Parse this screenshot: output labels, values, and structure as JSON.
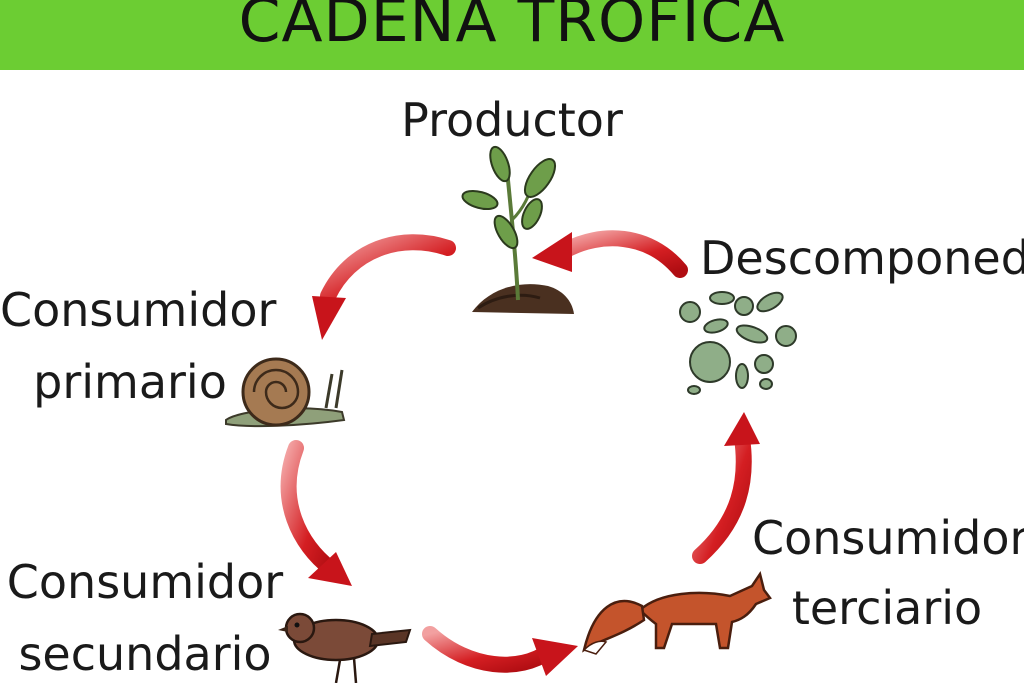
{
  "title": "CADENA TROFICA",
  "colors": {
    "banner": "#6ccd33",
    "arrow": "#c8141b",
    "soil": "#4a3020",
    "leaf": "#6e9e4a",
    "bacteria": "#7fa07a",
    "fox": "#c4542c",
    "bird": "#7b4a38",
    "snail": "#a57a52"
  },
  "nodes": {
    "producer": {
      "lines": [
        "Productor"
      ],
      "icon": "plant-icon"
    },
    "primary": {
      "lines": [
        "Consumidor",
        "primario"
      ],
      "icon": "snail-icon"
    },
    "secondary": {
      "lines": [
        "Consumidor",
        "secundario"
      ],
      "icon": "bird-icon"
    },
    "tertiary": {
      "lines": [
        "Consumidor",
        "terciario"
      ],
      "icon": "fox-icon"
    },
    "decomposer": {
      "lines": [
        "Descomponedores"
      ],
      "icon": "bacteria-icon"
    }
  }
}
